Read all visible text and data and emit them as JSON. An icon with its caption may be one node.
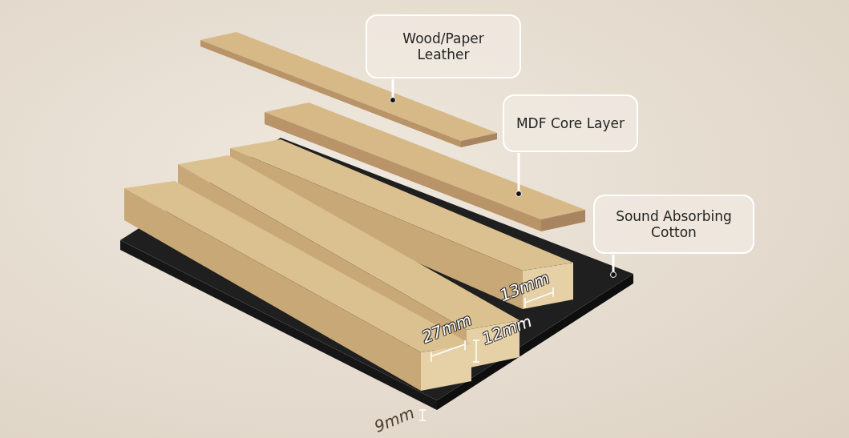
{
  "diagram": {
    "nodes": [
      {
        "text": [
          "Wood/Paper Leather"
        ]
      },
      {
        "text": [
          "MDF Core Layer"
        ]
      },
      {
        "text": [
          "Sound Absorbing Cotton"
        ]
      },
      {
        "text": [],
        "shape": "bar"
      },
      {
        "text": [],
        "shape": "bar"
      },
      {
        "text": [],
        "shape": "box"
      }
    ],
    "edges": [
      {
        "from": 0,
        "to": 3,
        "arrow": "other"
      },
      {
        "from": 1,
        "to": 4,
        "arrow": "other"
      },
      {
        "from": 2,
        "to": 5,
        "arrow": "other"
      }
    ],
    "labels": [
      "13mm",
      "27mm",
      "12mm",
      "9mm"
    ]
  }
}
